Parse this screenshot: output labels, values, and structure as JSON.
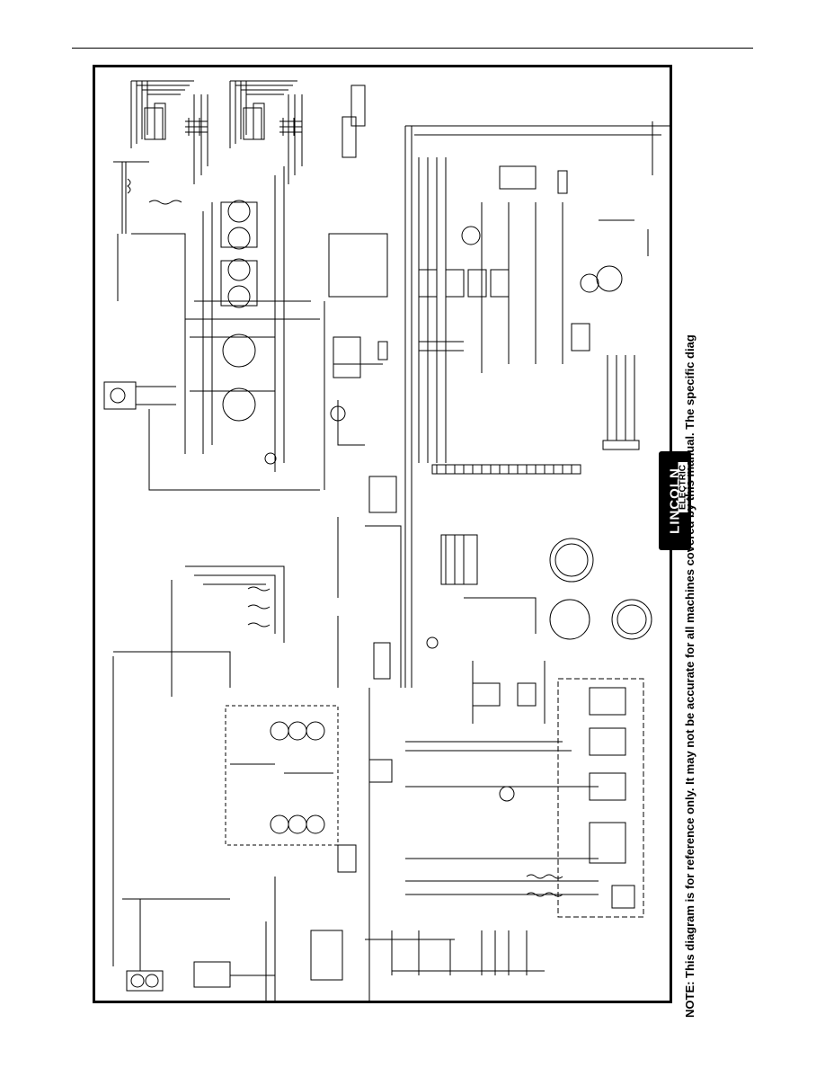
{
  "note": "NOTE:  This diagram is for reference only.    It may not be accurate for all machines covered by this manual.  The specific diag",
  "logo": {
    "line1": "LINCOLN",
    "line2": "ELECTRIC"
  },
  "colors": {
    "ink": "#000000",
    "paper": "#ffffff"
  }
}
